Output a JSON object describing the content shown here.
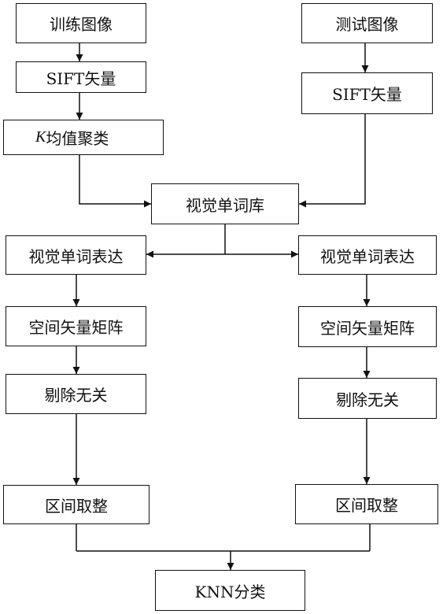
{
  "nodes": {
    "train_image": "训练图像",
    "train_sift": "SIFT矢量",
    "kmeans_k": "K",
    "kmeans_rest": "均值聚类",
    "test_image": "测试图像",
    "test_sift": "SIFT矢量",
    "vocab": "视觉单词库",
    "left_bow": "视觉单词表达",
    "right_bow": "视觉单词表达",
    "left_matrix": "空间矢量矩阵",
    "right_matrix": "空间矢量矩阵",
    "left_remove": "剔除无关",
    "right_remove": "剔除无关",
    "left_round": "区间取整",
    "right_round": "区间取整",
    "knn": "KNN分类"
  },
  "colors": {
    "stroke": "#111111",
    "background": "#ffffff"
  }
}
